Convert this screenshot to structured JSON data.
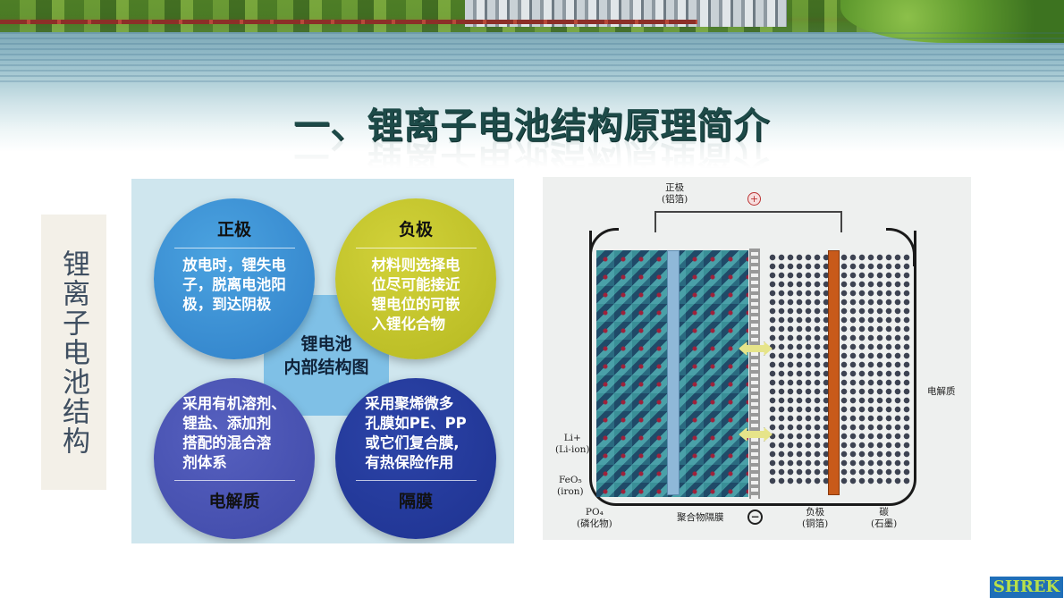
{
  "slide": {
    "title": "一、锂离子电池结构原理简介",
    "side_label": "锂离子电池结构"
  },
  "left_figure": {
    "center": {
      "line1": "锂电池",
      "line2": "内部结构图"
    },
    "circles": [
      {
        "heading": "正极",
        "lines": [
          "放电时，锂失电",
          "子，脱离电池阳",
          "极，到达阴极"
        ],
        "color": "#3a8fd6"
      },
      {
        "heading": "负极",
        "lines": [
          "材料则选择电",
          "位尽可能接近",
          "锂电位的可嵌",
          "入锂化合物"
        ],
        "color": "#c6c82c"
      },
      {
        "heading": "电解质",
        "lines": [
          "采用有机溶剂、",
          "锂盐、添加剂",
          "搭配的混合溶",
          "剂体系"
        ],
        "color": "#4b55b5"
      },
      {
        "heading": "隔膜",
        "lines": [
          "采用聚烯微多",
          "孔膜如PE、PP",
          "或它们复合膜,",
          "有热保险作用"
        ],
        "color": "#263c9c"
      }
    ]
  },
  "right_figure": {
    "plus_symbol": "+",
    "minus_symbol": "−",
    "labels": {
      "cathode_foil": {
        "line1": "正极",
        "line2": "(铝箔)"
      },
      "electrolyte": "电解质",
      "li_ion": {
        "line1": "Li+",
        "line2": "(Li-ion)"
      },
      "feo5": {
        "line1": "FeO₅",
        "line2": "(iron)"
      },
      "po4": {
        "line1": "PO₄",
        "line2": "(磷化物)"
      },
      "separator": "聚合物隔膜",
      "anode_foil": {
        "line1": "负极",
        "line2": "(铜箔)"
      },
      "carbon": {
        "line1": "碳",
        "line2": "(石墨)"
      }
    }
  },
  "logo": {
    "text": "SHREK"
  }
}
